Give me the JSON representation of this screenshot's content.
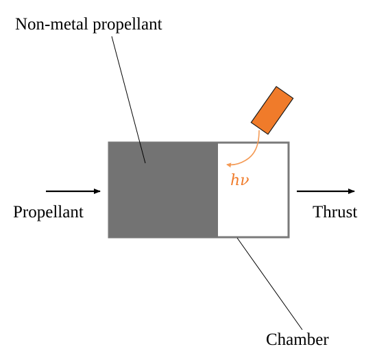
{
  "labels": {
    "non_metal_propellant": "Non-metal propellant",
    "propellant": "Propellant",
    "thrust": "Thrust",
    "chamber": "Chamber",
    "photon": "hν"
  },
  "colors": {
    "propellant_block": "#737373",
    "chamber_fill": "#ffffff",
    "chamber_border": "#7a7a7a",
    "laser": "#f07b2a",
    "laser_border": "#1a1a1a",
    "photon_path": "#f49a55",
    "arrow": "#000000",
    "leader_line": "#000000"
  },
  "icons": {
    "laser_source": "laser-source-icon",
    "inflow_arrow": "arrow-right-icon",
    "outflow_arrow": "arrow-right-icon"
  }
}
